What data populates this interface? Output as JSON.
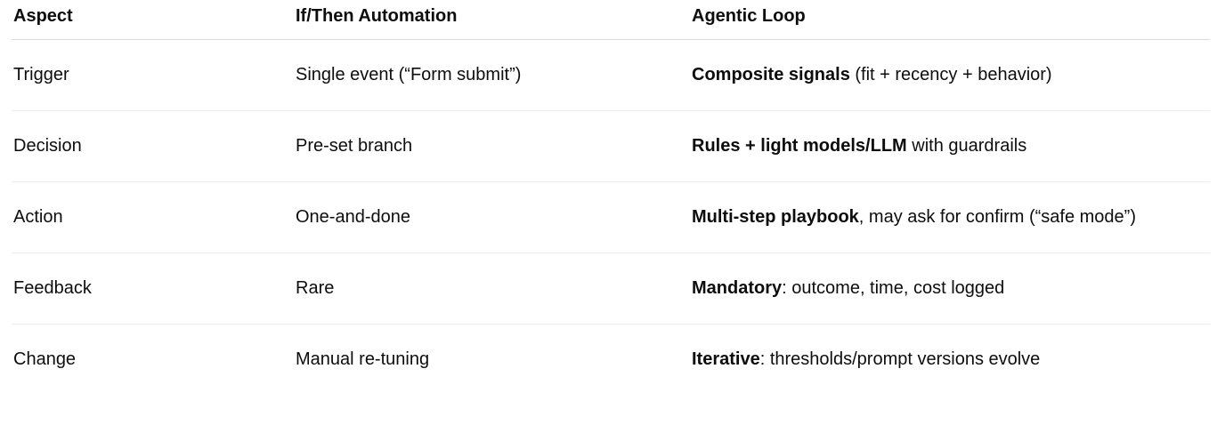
{
  "table": {
    "columns": [
      "Aspect",
      "If/Then Automation",
      "Agentic Loop"
    ],
    "rows": [
      {
        "cells": [
          [
            {
              "t": "Trigger",
              "b": false
            }
          ],
          [
            {
              "t": "Single event (“Form submit”)",
              "b": false
            }
          ],
          [
            {
              "t": "Composite signals",
              "b": true
            },
            {
              "t": " (fit + recency + behavior)",
              "b": false
            }
          ]
        ]
      },
      {
        "cells": [
          [
            {
              "t": "Decision",
              "b": false
            }
          ],
          [
            {
              "t": "Pre-set branch",
              "b": false
            }
          ],
          [
            {
              "t": "Rules + light models/LLM",
              "b": true
            },
            {
              "t": " with guardrails",
              "b": false
            }
          ]
        ]
      },
      {
        "cells": [
          [
            {
              "t": "Action",
              "b": false
            }
          ],
          [
            {
              "t": "One-and-done",
              "b": false
            }
          ],
          [
            {
              "t": "Multi-step playbook",
              "b": true
            },
            {
              "t": ", may ask for confirm (“safe mode”)",
              "b": false
            }
          ]
        ]
      },
      {
        "cells": [
          [
            {
              "t": "Feedback",
              "b": false
            }
          ],
          [
            {
              "t": "Rare",
              "b": false
            }
          ],
          [
            {
              "t": "Mandatory",
              "b": true
            },
            {
              "t": ": outcome, time, cost logged",
              "b": false
            }
          ]
        ]
      },
      {
        "cells": [
          [
            {
              "t": "Change",
              "b": false
            }
          ],
          [
            {
              "t": "Manual re-tuning",
              "b": false
            }
          ],
          [
            {
              "t": "Iterative",
              "b": true
            },
            {
              "t": ": thresholds/prompt versions evolve",
              "b": false
            }
          ]
        ]
      }
    ]
  },
  "colors": {
    "text": "#0d0d0d",
    "header_divider": "#d9d9d9",
    "row_divider": "#ececec",
    "background": "#ffffff"
  }
}
